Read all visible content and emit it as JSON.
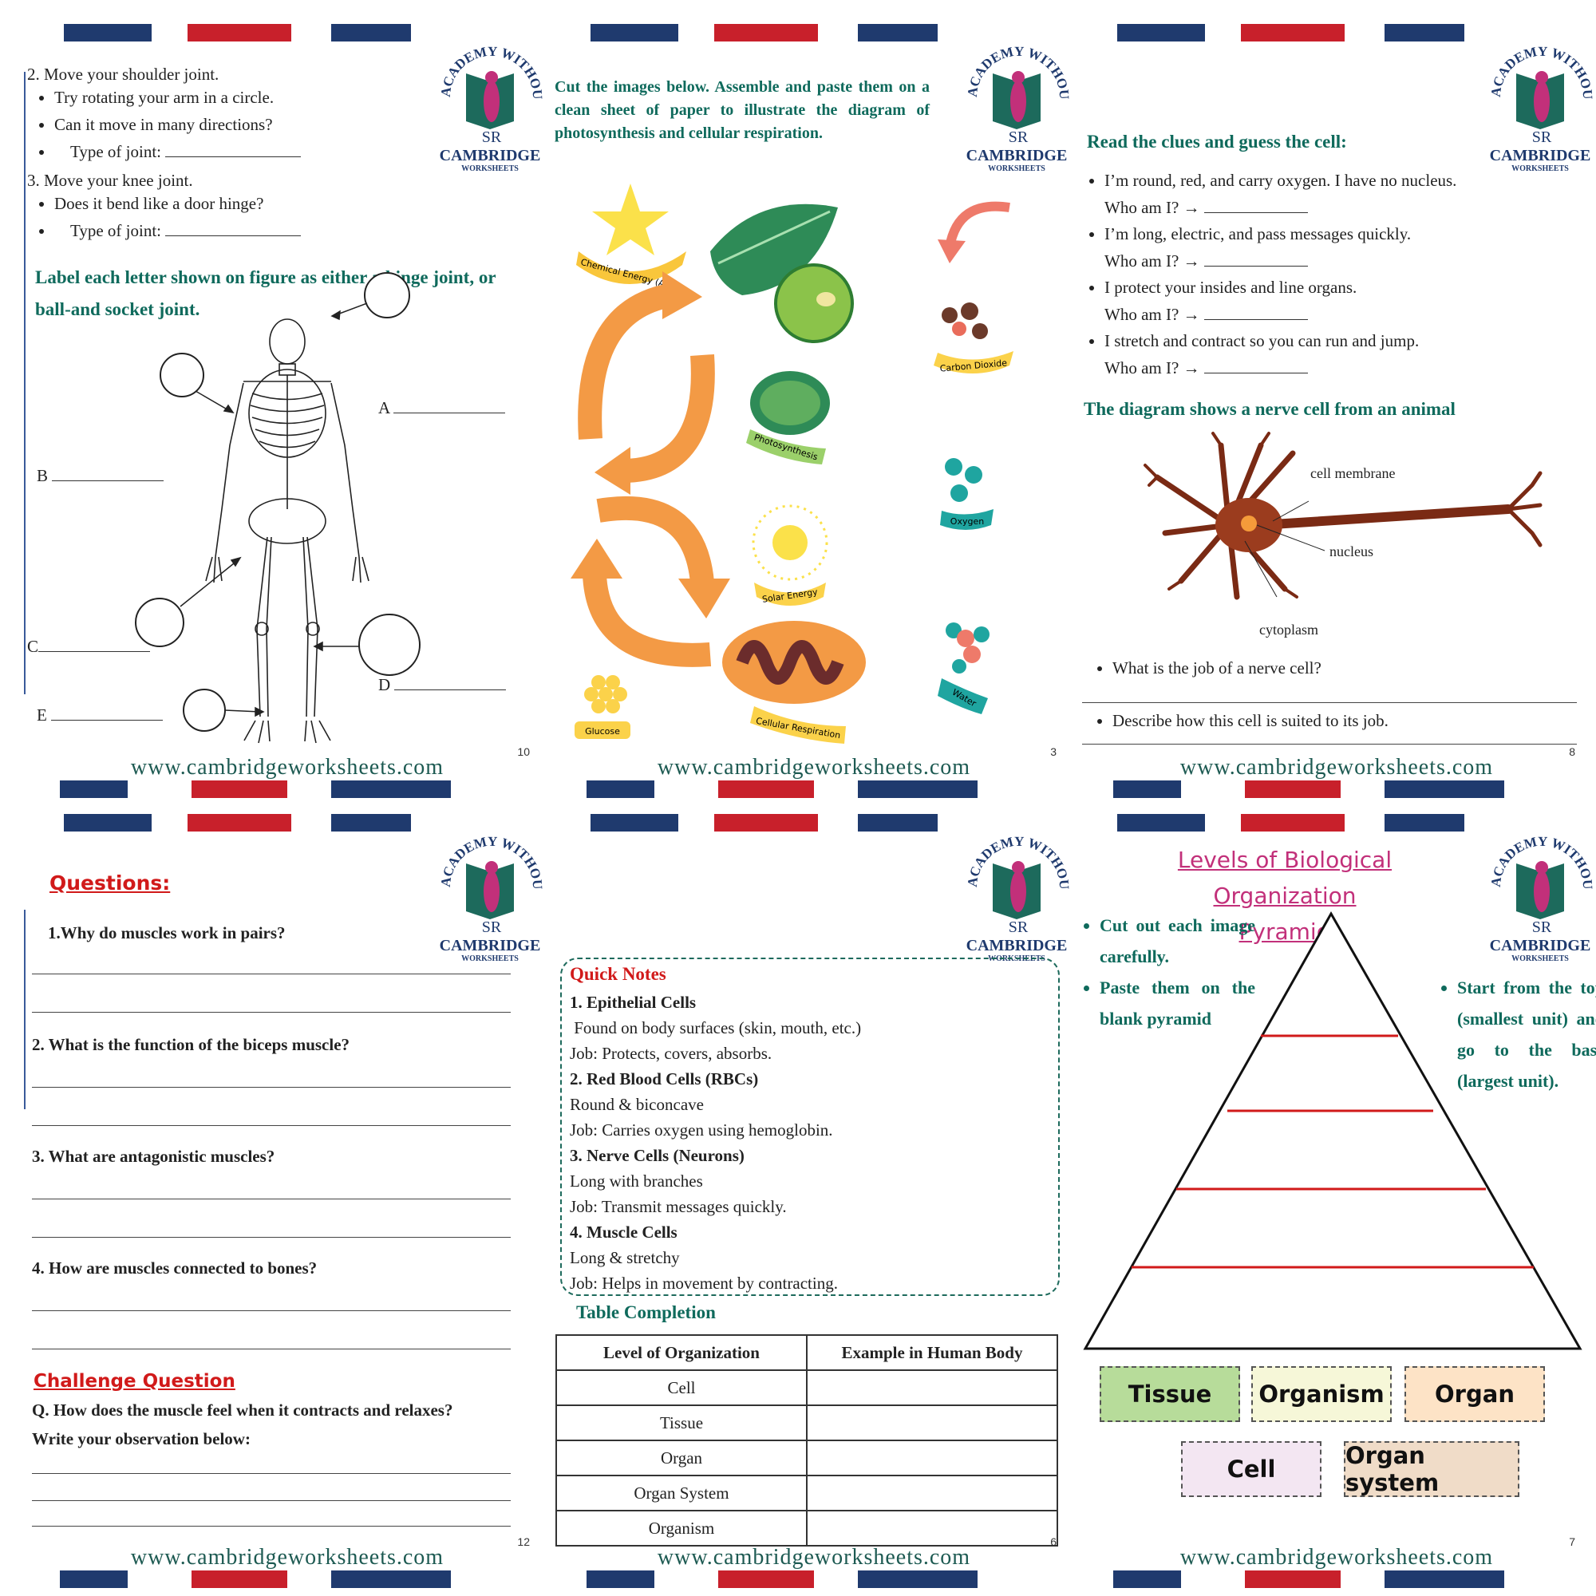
{
  "footer_url": "www.cambridgeworksheets.com",
  "logo": {
    "arc": "ACADEMY WITHOUT",
    "cam": "CAMBRIDGE",
    "ws": "WORKSHEETS"
  },
  "colors": {
    "navy": "#1f3a6e",
    "red": "#c8202b",
    "teal_heading": "#0f6a5c",
    "orange_arrow": "#f39a45",
    "pyramid_line": "#d11a1a"
  },
  "p10": {
    "q2": "2.  Move your shoulder joint.",
    "q2a": "Try rotating your arm in a circle.",
    "q2b": "Can it move in many directions?",
    "q2c": "Type of joint:",
    "q3": "3.  Move your knee joint.",
    "q3a": "Does it bend like a door hinge?",
    "q3b": "Type of joint:",
    "instruction": "Label each letter shown on figure as either a hinge joint, or ball-and socket joint.",
    "labels": [
      "A",
      "B",
      "C",
      "D",
      "E"
    ],
    "page": "10"
  },
  "p3": {
    "instruction": "Cut the images below. Assemble and paste them on a clean sheet of paper to illustrate the diagram of photosynthesis and cellular respiration.",
    "tags": {
      "atp": "Chemical Energy (ATP)",
      "co2": "Carbon Dioxide",
      "photo": "Photosynthesis",
      "oxygen": "Oxygen",
      "solar": "Solar Energy",
      "water": "Water",
      "glucose": "Glucose",
      "resp": "Cellular Respiration"
    },
    "page": "3"
  },
  "p8": {
    "heading": "Read the clues and guess the cell:",
    "clues": [
      "I’m round, red, and carry oxygen. I have no nucleus.",
      "I’m long, electric, and pass messages quickly.",
      "I protect your insides and line organs.",
      "I stretch and contract so you can run and jump."
    ],
    "who": "Who am I? →",
    "diagram_heading": "The diagram shows a nerve cell from an animal",
    "parts": {
      "membrane": "cell membrane",
      "nucleus": "nucleus",
      "cytoplasm": "cytoplasm"
    },
    "q1": "What is the job of a nerve cell?",
    "q2": "Describe how this cell is suited to its job.",
    "page": "8"
  },
  "p12": {
    "heading": "Questions:",
    "q1": "1.Why do muscles work in pairs?",
    "q2": "2. What is the function of the biceps muscle?",
    "q3": "3. What are antagonistic muscles?",
    "q4": "4. How are muscles connected to bones?",
    "challenge": "Challenge Question",
    "cq": "Q. How does the muscle feel when it contracts and relaxes?",
    "cq2": "Write your observation below:",
    "page": "12"
  },
  "p6": {
    "notes_title": "Quick Notes",
    "notes": [
      {
        "h": "1. Epithelial Cells",
        "lines": [
          " Found on body surfaces (skin, mouth, etc.)",
          "Job: Protects, covers, absorbs."
        ]
      },
      {
        "h": "2. Red Blood Cells (RBCs)",
        "lines": [
          "Round & biconcave",
          "Job: Carries oxygen using hemoglobin."
        ]
      },
      {
        "h": "3. Nerve Cells (Neurons)",
        "lines": [
          "Long with branches",
          "Job: Transmit messages quickly."
        ]
      },
      {
        "h": "4. Muscle Cells",
        "lines": [
          "Long & stretchy",
          "Job: Helps in movement by contracting."
        ]
      }
    ],
    "table_title": "Table Completion",
    "headers": [
      "Level of Organization",
      "Example in Human Body"
    ],
    "rows": [
      "Cell",
      "Tissue",
      "Organ",
      "Organ System",
      "Organism"
    ],
    "page": "6"
  },
  "p7": {
    "title1": "Levels of Biological",
    "title2": "Organization Pyramid",
    "left_bullets": [
      "Cut out each image carefully.",
      "Paste them on the blank pyramid"
    ],
    "right_bullet": "Start from the top (smallest unit) and go to the base (largest unit).",
    "cards": [
      {
        "label": "Tissue",
        "bg": "#b7dc9a"
      },
      {
        "label": "Organism",
        "bg": "#f6f7d8"
      },
      {
        "label": "Organ",
        "bg": "#fde3c6"
      },
      {
        "label": "Cell",
        "bg": "#f3e6f2"
      },
      {
        "label": "Organ system",
        "bg": "#f0dcc8"
      }
    ],
    "page": "7"
  }
}
